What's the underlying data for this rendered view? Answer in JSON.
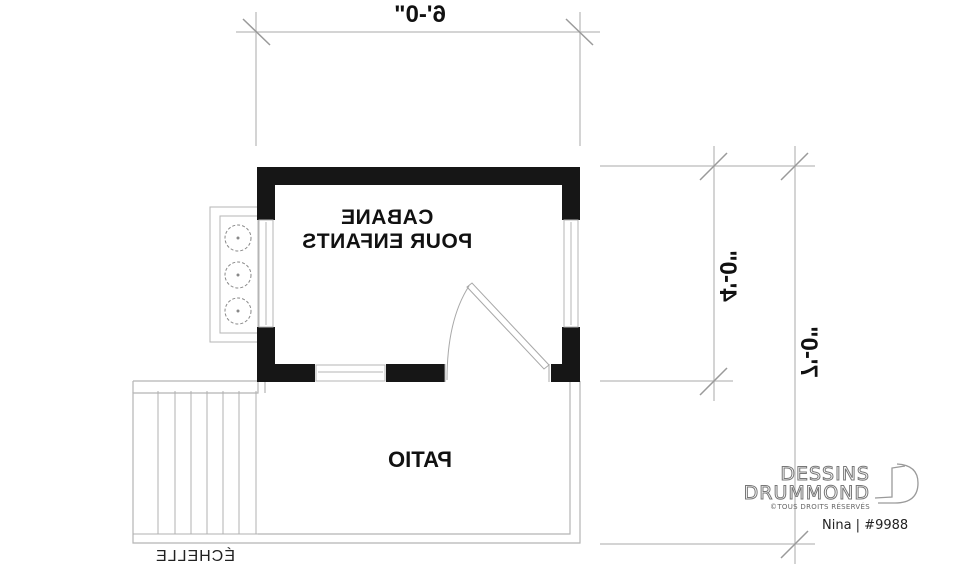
{
  "plan": {
    "room_name_line1": "CABANE",
    "room_name_line2": "POUR ENFANTS",
    "patio_label": "PATIO",
    "ladder_label": "ÉCHELLE",
    "text_mirrored": true
  },
  "dimensions": {
    "width_top": "6'-0\"",
    "cabin_depth": "4'-0\"",
    "total_depth": "7'-0\""
  },
  "branding": {
    "logo_line1": "DESSINS",
    "logo_line2": "DRUMMOND",
    "logo_line3": "©TOUS DROITS RÉSERVÉS",
    "plan_reference": "Nina | #9988"
  },
  "colors": {
    "wall": "#161616",
    "line": "#bdbdbd",
    "dim_line": "#c8c8c8",
    "text": "#111111"
  }
}
